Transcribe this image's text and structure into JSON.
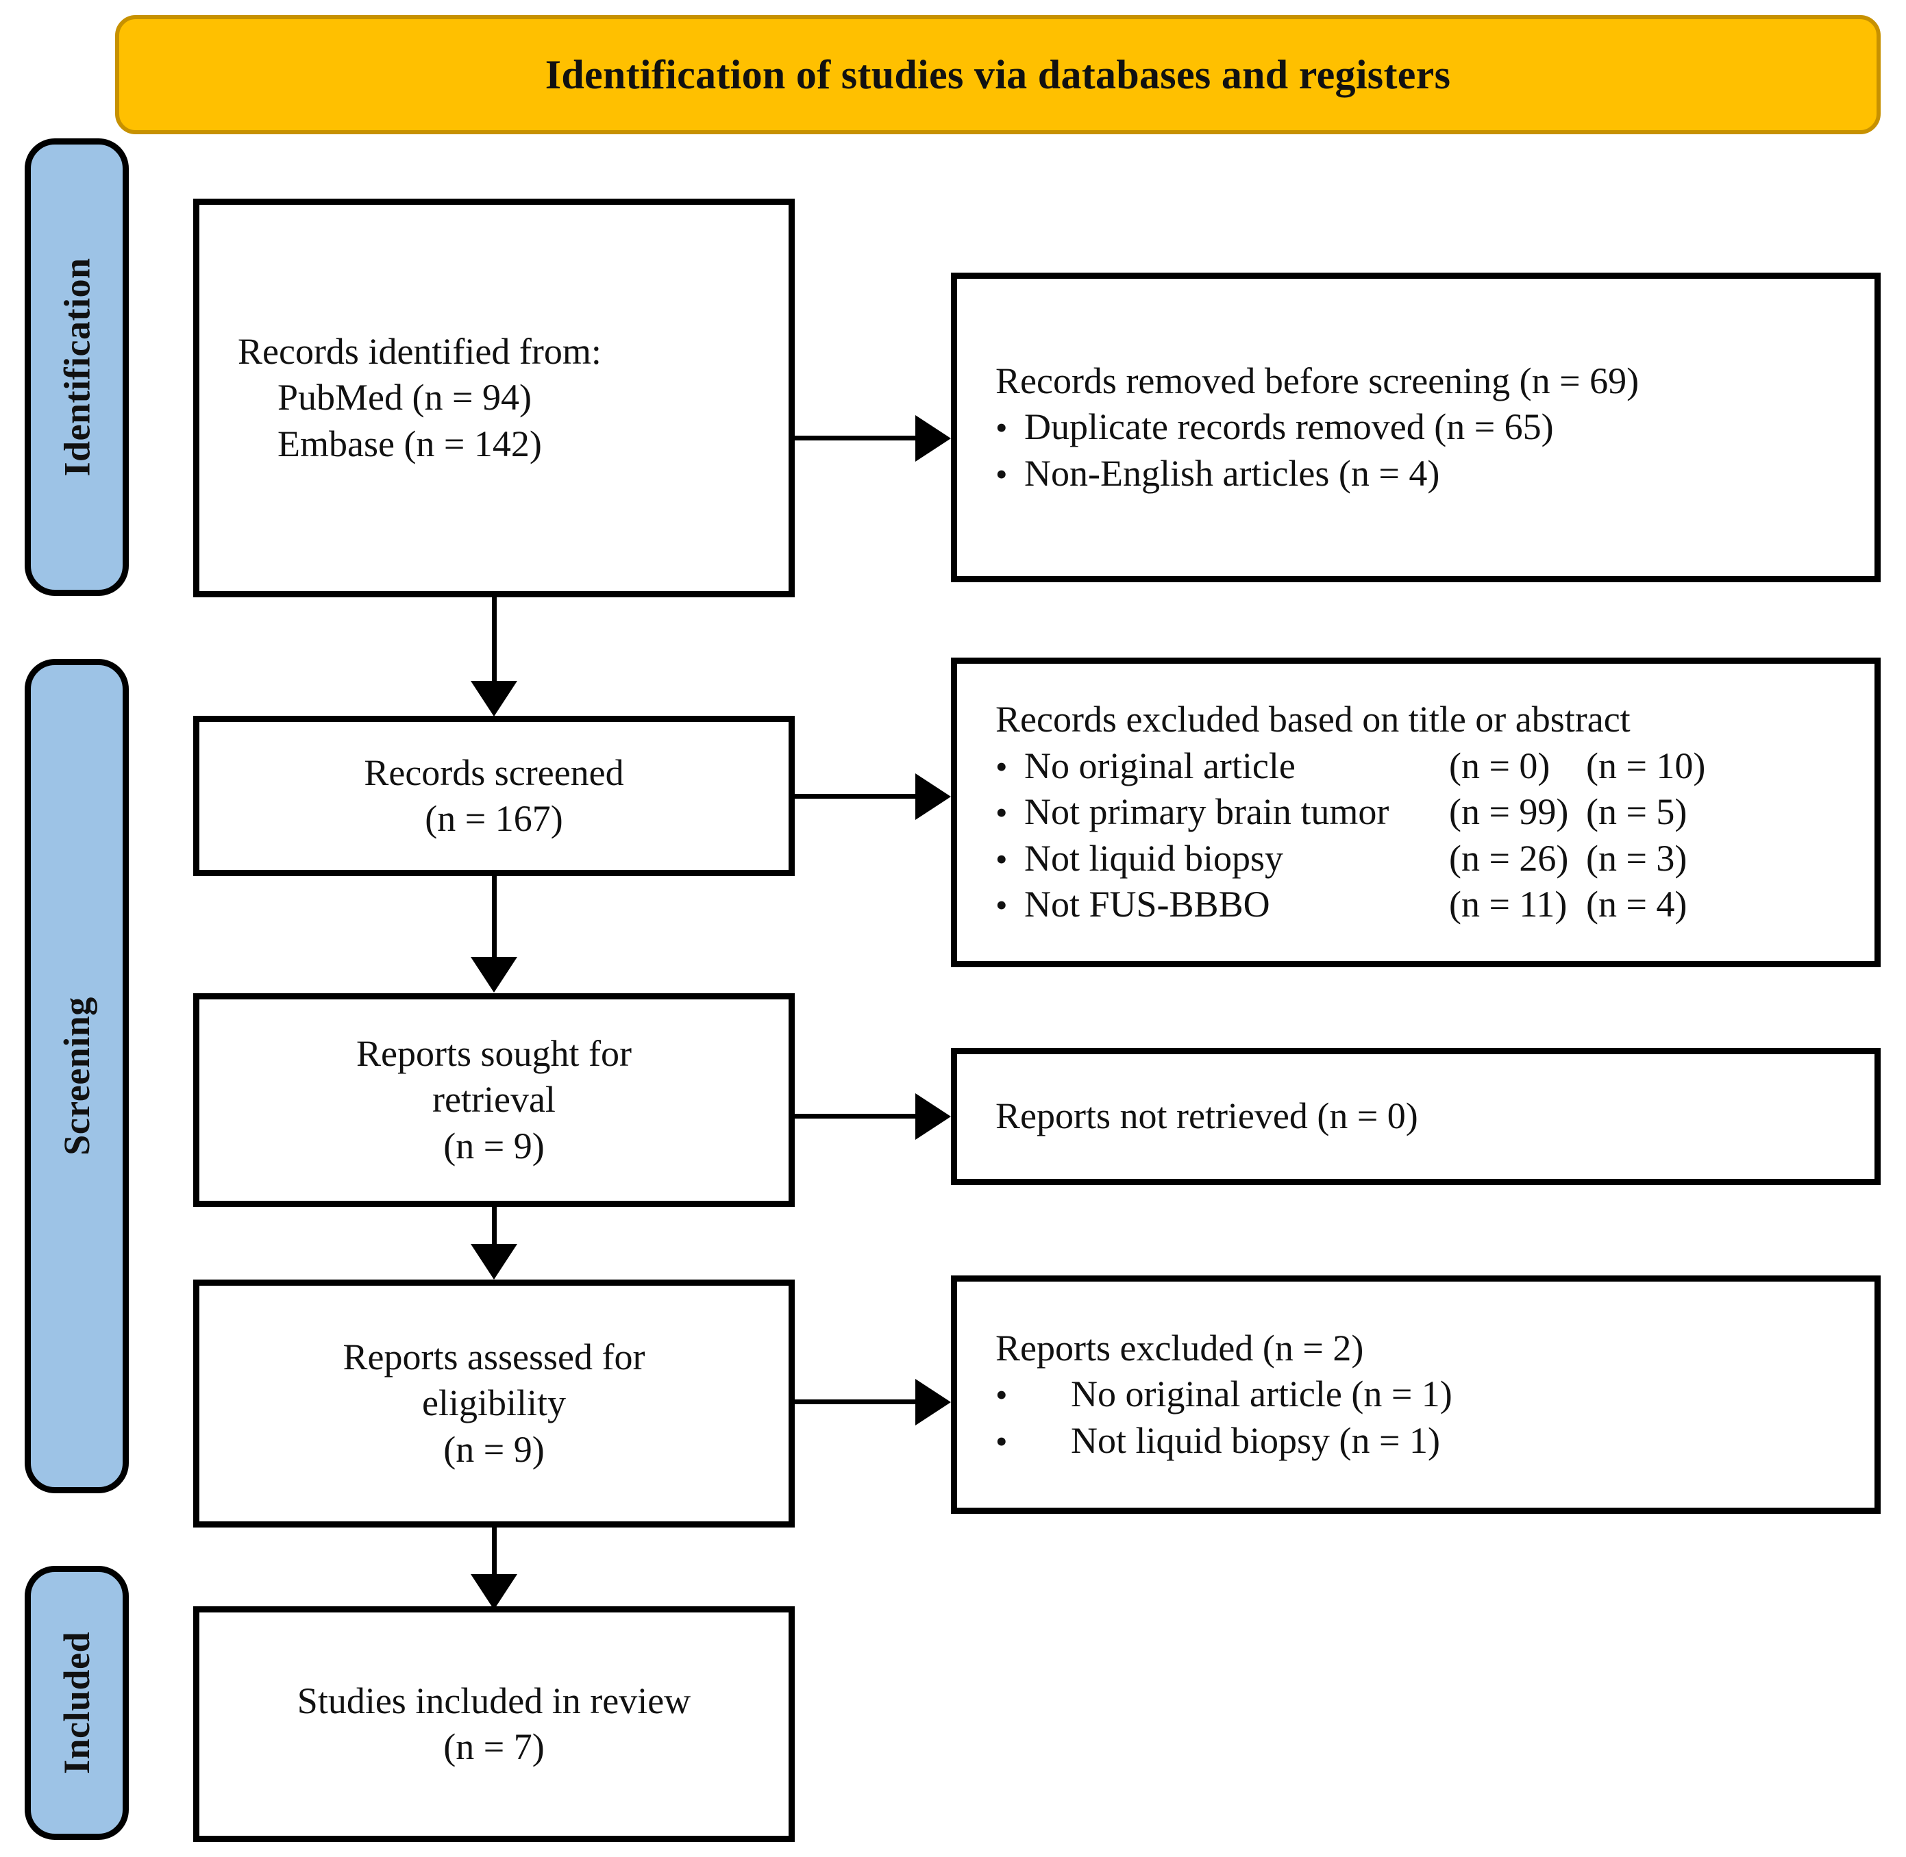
{
  "banner": {
    "title": "Identification of studies via databases and registers"
  },
  "stages": [
    {
      "id": "identification",
      "label": "Identification"
    },
    {
      "id": "screening",
      "label": "Screening"
    },
    {
      "id": "included",
      "label": "Included"
    }
  ],
  "boxes": {
    "identified": {
      "lines": [
        "Records identified from:",
        "PubMed (n = 94)",
        "Embase (n = 142)"
      ]
    },
    "screened": {
      "lines": [
        "Records screened",
        "(n = 167)"
      ]
    },
    "sought": {
      "lines": [
        "Reports sought for",
        "retrieval",
        "(n = 9)"
      ]
    },
    "assessed": {
      "lines": [
        "Reports assessed for",
        "eligibility",
        "(n = 9)"
      ]
    },
    "included": {
      "lines": [
        "Studies included in review",
        "(n = 7)"
      ]
    },
    "removed": {
      "heading": "Records removed before screening (n = 69)",
      "bullet_char": "•",
      "items": [
        "Duplicate records removed (n = 65)",
        "Non-English articles (n = 4)"
      ]
    },
    "excluded": {
      "heading": "Records excluded based on title or abstract",
      "bullet_char": "•",
      "items": [
        {
          "label": "No original article",
          "n1": "(n = 0)",
          "n2": "(n = 10)"
        },
        {
          "label": "Not primary brain tumor",
          "n1": "(n = 99)",
          "n2": "(n = 5)"
        },
        {
          "label": "Not liquid biopsy",
          "n1": "(n = 26)",
          "n2": "(n = 3)"
        },
        {
          "label": "Not FUS-BBBO",
          "n1": "(n = 11)",
          "n2": "(n = 4)"
        }
      ]
    },
    "not_retrieved": {
      "text": "Reports not retrieved (n = 0)"
    },
    "reports_excluded": {
      "heading": "Reports excluded (n = 2)",
      "bullet_char": "•",
      "items": [
        "No original article (n = 1)",
        "Not liquid biopsy (n = 1)"
      ]
    }
  },
  "colors": {
    "banner_fill": "#FFC000",
    "banner_border": "#C79100",
    "stage_fill": "#9DC3E6",
    "line": "#000000",
    "box_fill": "#FFFFFF"
  }
}
